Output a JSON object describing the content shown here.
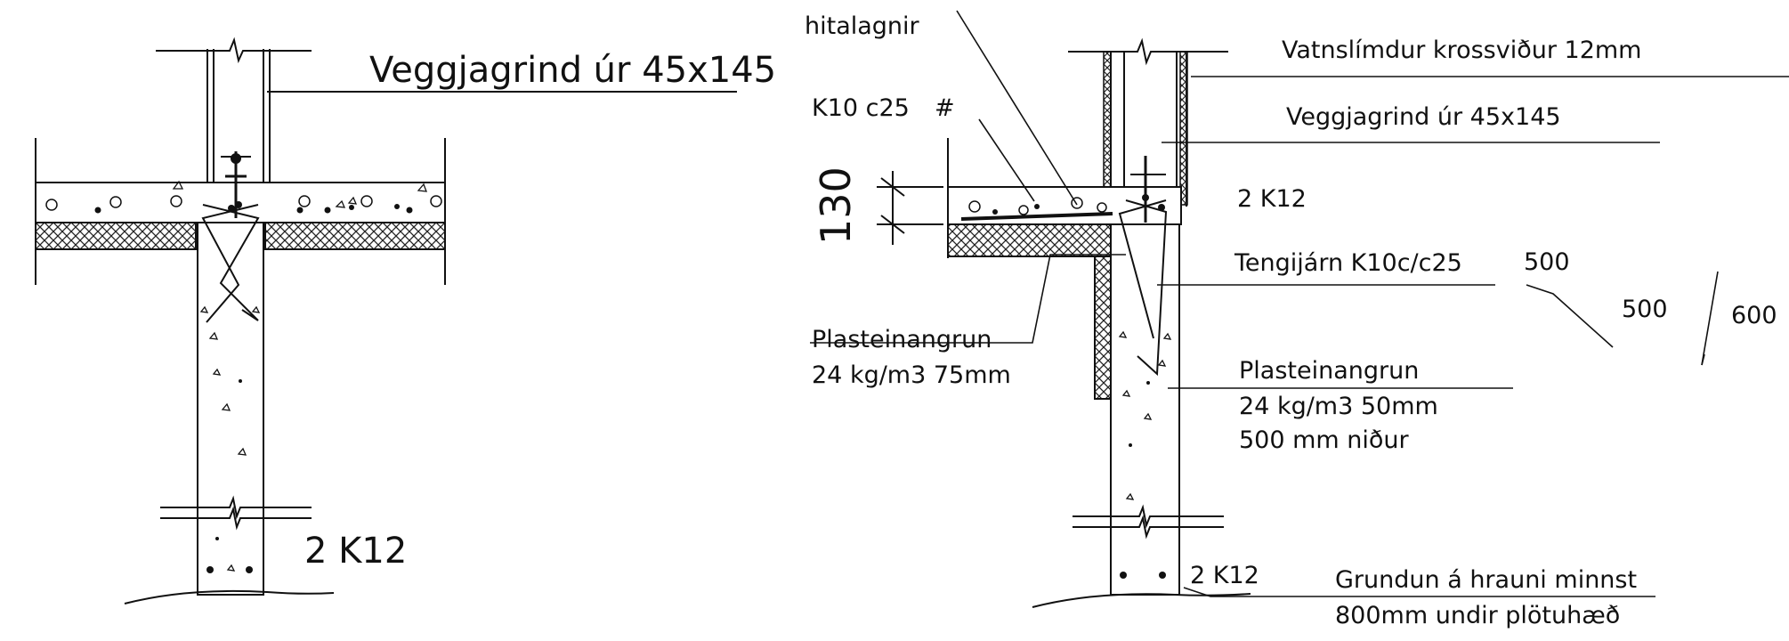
{
  "left_detail": {
    "wall_frame_label": "Veggjagrind úr 45x145",
    "rebar_label": "2 K12"
  },
  "right_detail": {
    "heating_pipes_label": "hitalagnir",
    "slab_rebar_label": "K10 c25",
    "slab_rebar_symbol": "#",
    "slab_thickness_dim": "130",
    "plywood_label": "Vatnslímdur krossviður 12mm",
    "wall_frame_label": "Veggjagrind úr 45x145",
    "top_rebar_label": "2 K12",
    "tie_bar_label": "Tengijárn K10c/c25",
    "tie_bar_dims": {
      "a": "500",
      "b": "500",
      "c": "600"
    },
    "insulation_under_slab": {
      "line1": "Plasteinangrun",
      "line2": "24 kg/m3 75mm"
    },
    "insulation_wall": {
      "line1": "Plasteinangrun",
      "line2": "24 kg/m3 50mm",
      "line3": "500 mm niður"
    },
    "bottom_rebar_label": "2 K12",
    "foundation_note": {
      "line1": "Grundun á hrauni minnst",
      "line2": "800mm undir plötuhæð"
    }
  }
}
